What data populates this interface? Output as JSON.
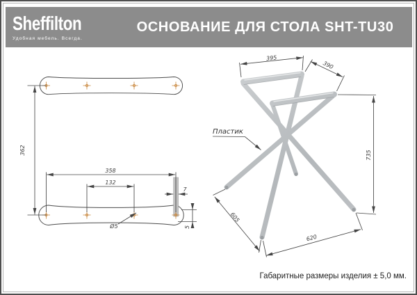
{
  "header": {
    "brand": "Sheffilton",
    "tagline": "Удобная мебель. Всегда.",
    "title": "ОСНОВАНИЕ ДЛЯ СТОЛА SHT-TU30"
  },
  "plate_drawing": {
    "description": "mounting-plate-two-views",
    "dims": {
      "plates_distance": "362",
      "outer_holes": "358",
      "inner_holes": "132",
      "slot_width": "7",
      "hole_diameter": "Ø5",
      "edge_offset": "5"
    }
  },
  "base_drawing": {
    "description": "table-base-3d-view",
    "material_label": "Пластик",
    "dims": {
      "bar_length": "395",
      "bars_depth": "390",
      "height": "735",
      "leg_length": "605",
      "feet_span": "620"
    }
  },
  "footer": {
    "tolerance_note": "Габаритные размеры изделия ± 5,0 мм."
  },
  "colors": {
    "header_bg": "#8c8c8c",
    "line": "#454545",
    "hole_marker": "#c9873d",
    "metal_light": "#ced1d3",
    "metal_dark": "#aaadb0"
  }
}
